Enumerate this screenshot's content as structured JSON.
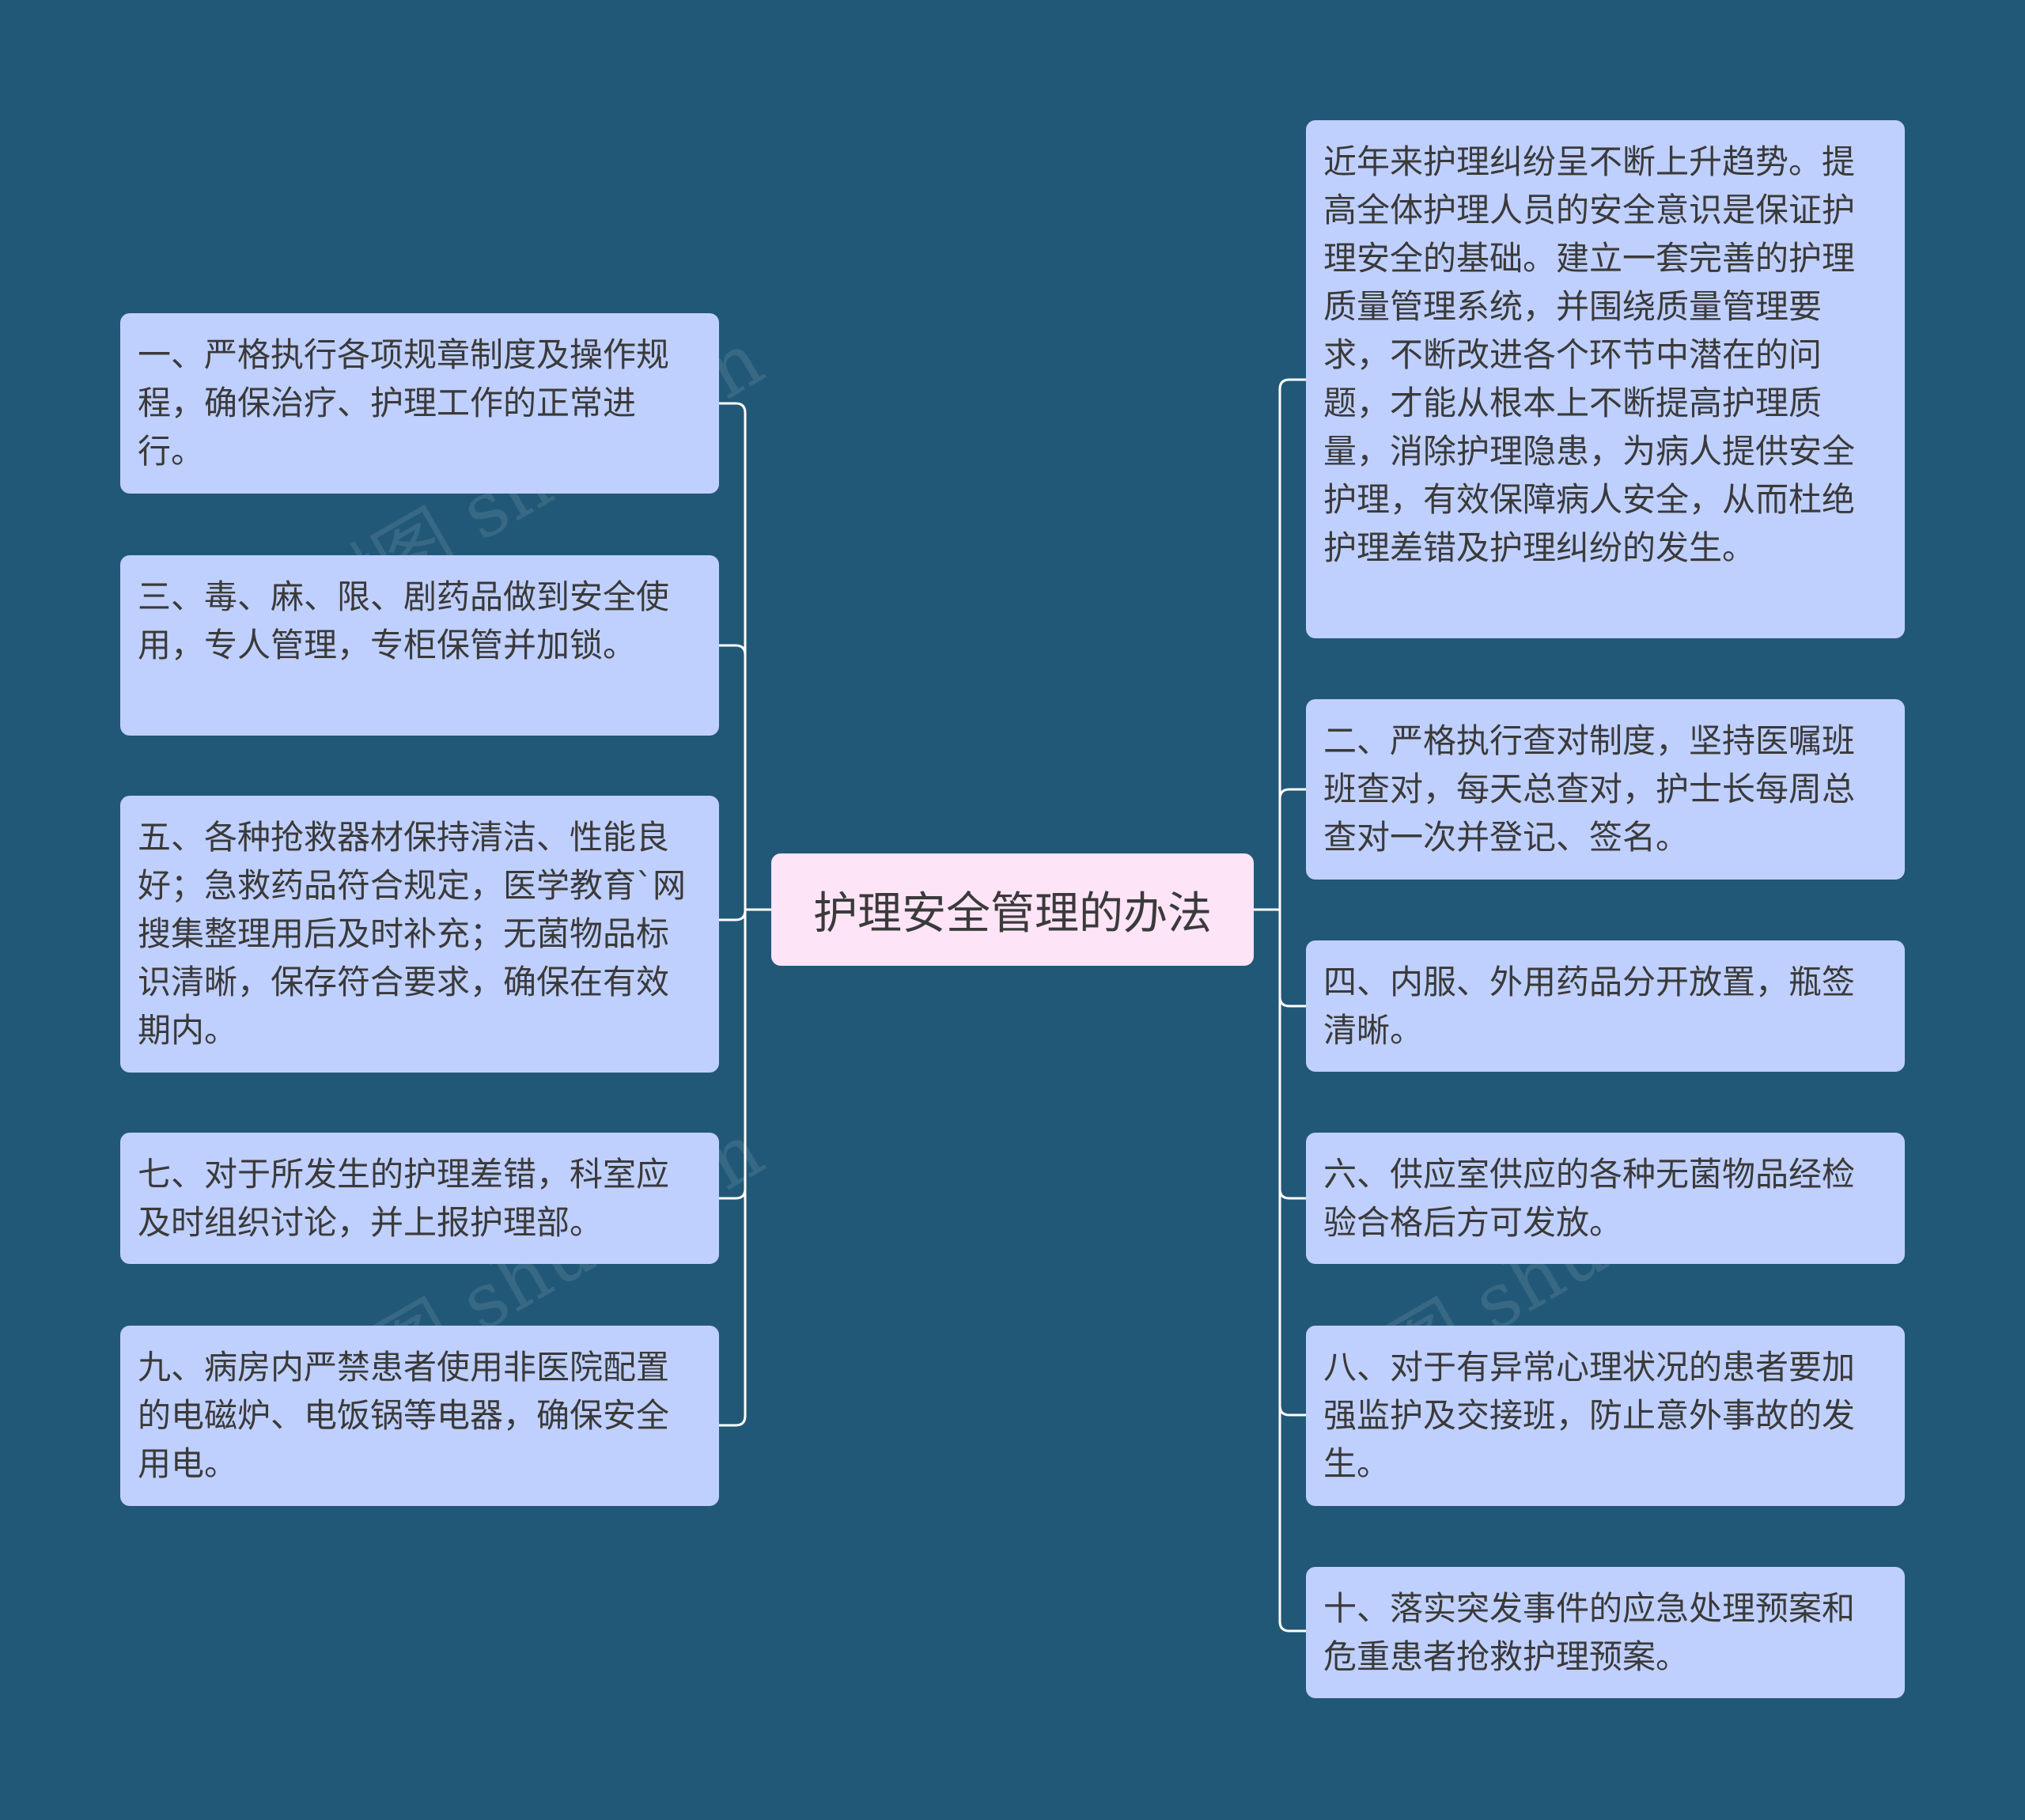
{
  "watermark": "树图 shutu.cn",
  "center": {
    "label": "护理安全管理的办法"
  },
  "left_items": [
    "一、严格执行各项规章制度及操作规程，确保治疗、护理工作的正常进行。",
    "三、毒、麻、限、剧药品做到安全使用，专人管理，专柜保管并加锁。",
    "五、各种抢救器材保持清洁、性能良好；急救药品符合规定，医学教育`网搜集整理用后及时补充；无菌物品标识清晰，保存符合要求，确保在有效期内。",
    "七、对于所发生的护理差错，科室应及时组织讨论，并上报护理部。",
    "九、病房内严禁患者使用非医院配置的电磁炉、电饭锅等电器，确保安全用电。"
  ],
  "right_items": [
    "近年来护理纠纷呈不断上升趋势。提高全体护理人员的安全意识是保证护理安全的基础。建立一套完善的护理质量管理系统，并围绕质量管理要求，不断改进各个环节中潜在的问题，才能从根本上不断提高护理质量，消除护理隐患，为病人提供安全护理，有效保障病人安全，从而杜绝护理差错及护理纠纷的发生。",
    "二、严格执行查对制度，坚持医嘱班班查对，每天总查对，护士长每周总查对一次并登记、签名。",
    "四、内服、外用药品分开放置，瓶签清晰。",
    "六、供应室供应的各种无菌物品经检验合格后方可发放。",
    "八、对于有异常心理状况的患者要加强监护及交接班，防止意外事故的发生。",
    "十、落实突发事件的应急处理预案和危重患者抢救护理预案。"
  ],
  "colors": {
    "background": "#225877",
    "node_fill": "#c0d0fe",
    "center_fill": "#fde4f7",
    "connector": "#ffffff",
    "text": "#3a3a3a"
  }
}
